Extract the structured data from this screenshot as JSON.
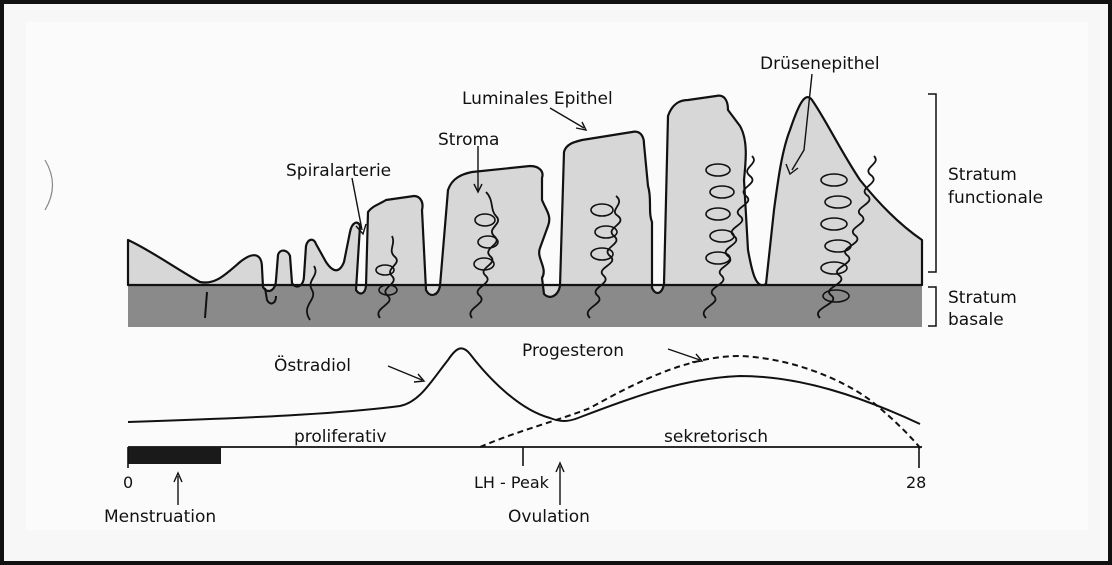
{
  "labels": {
    "druesenepithel": "Drüsenepithel",
    "luminales_epithel": "Luminales Epithel",
    "stroma": "Stroma",
    "spiralarterie": "Spiralarterie",
    "stratum_functionale_1": "Stratum",
    "stratum_functionale_2": "functionale",
    "stratum_basale_1": "Stratum",
    "stratum_basale_2": "basale",
    "oestradiol": "Östradiol",
    "progesteron": "Progesteron",
    "proliferativ": "proliferativ",
    "sekretorisch": "sekretorisch",
    "day_start": "0",
    "day_end": "28",
    "lh_peak": "LH - Peak",
    "menstruation": "Menstruation",
    "ovulation": "Ovulation"
  },
  "colors": {
    "basale": "#8a8a8a",
    "functionale": "#d7d7d7",
    "ink": "#111111",
    "menstruation_bar": "#1a1a1a"
  }
}
